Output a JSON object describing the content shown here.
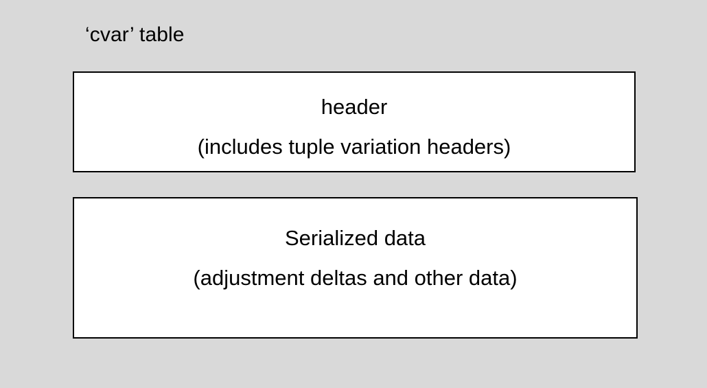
{
  "slide": {
    "background_color": "#d9d9d9",
    "title": "‘cvar’ table"
  },
  "blocks": [
    {
      "id": "header-block",
      "name": "header-block",
      "line_1": "header",
      "line_2": "(includes tuple variation headers)",
      "fill_color": "#ffffff",
      "border_color": "#000000"
    },
    {
      "id": "data-block",
      "name": "serialized-data-block",
      "line_1": "Serialized data",
      "line_2": "(adjustment deltas and other data)",
      "fill_color": "#ffffff",
      "border_color": "#000000"
    }
  ]
}
